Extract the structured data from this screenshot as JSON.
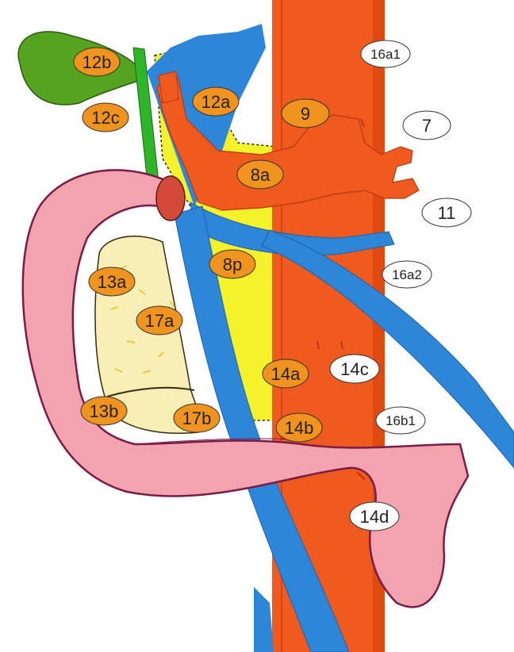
{
  "diagram": {
    "colors": {
      "aorta": "#f05a1e",
      "aorta_dark": "#c63f10",
      "vein": "#2e86d8",
      "vein_dark": "#1e62a8",
      "duodenum": "#f3a3ad",
      "duodenum_outline": "#7a1c4a",
      "pancreas": "#f7efb6",
      "pancreas_spots": "#e5c944",
      "gallbladder": "#55a420",
      "bile_duct": "#2fb52a",
      "fat_zone": "#f4f22a",
      "nodal_orange": "#f0941f",
      "nodal_white": "#ffffff"
    },
    "orange_labels": [
      "12b",
      "12c",
      "12a",
      "9",
      "8a",
      "8p",
      "13a",
      "17a",
      "14a",
      "13b",
      "17b",
      "14b"
    ],
    "white_labels": [
      "16a1",
      "7",
      "11",
      "16a2",
      "14c",
      "16b1",
      "14d"
    ]
  }
}
